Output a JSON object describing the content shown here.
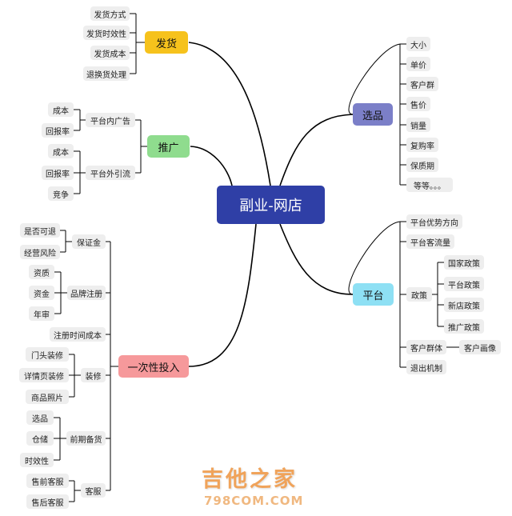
{
  "center": "副业-网店",
  "shipping": {
    "label": "发货",
    "color": "#f6c21c",
    "items": [
      "发货方式",
      "发货时效性",
      "发货成本",
      "退换货处理"
    ]
  },
  "selection": {
    "label": "选品",
    "color": "#7b7fc8",
    "items": [
      "大小",
      "单价",
      "客户群",
      "售价",
      "销量",
      "复购率",
      "保质期",
      "等等。。。"
    ]
  },
  "promotion": {
    "label": "推广",
    "color": "#8fdc8e",
    "inner": {
      "label": "平台内广告",
      "items": [
        "成本",
        "回报率"
      ]
    },
    "outer": {
      "label": "平台外引流",
      "items": [
        "成本",
        "回报率",
        "竞争"
      ]
    }
  },
  "platform": {
    "label": "平台",
    "color": "#8ee0f4",
    "advantage": "平台优势方向",
    "traffic": "平台客流量",
    "policy": {
      "label": "政策",
      "items": [
        "国家政策",
        "平台政策",
        "新店政策",
        "推广政策"
      ]
    },
    "customer": {
      "label": "客户群体",
      "child": "客户画像"
    },
    "exit": "退出机制"
  },
  "investment": {
    "label": "一次性投入",
    "color": "#f6999b",
    "deposit": {
      "label": "保证金",
      "items": [
        "是否可退",
        "经营风险"
      ]
    },
    "brand": {
      "label": "品牌注册",
      "items": [
        "资质",
        "资金",
        "年审"
      ]
    },
    "regtime": "注册时间成本",
    "decor": {
      "label": "装修",
      "items": [
        "门头装修",
        "详情页装修",
        "商品照片"
      ]
    },
    "stock": {
      "label": "前期备货",
      "items": [
        "选品",
        "仓储",
        "时效性"
      ]
    },
    "service": {
      "label": "客服",
      "items": [
        "售前客服",
        "售后客服"
      ]
    }
  },
  "watermark": {
    "title": "吉他之家",
    "url": "798COM.COM"
  }
}
